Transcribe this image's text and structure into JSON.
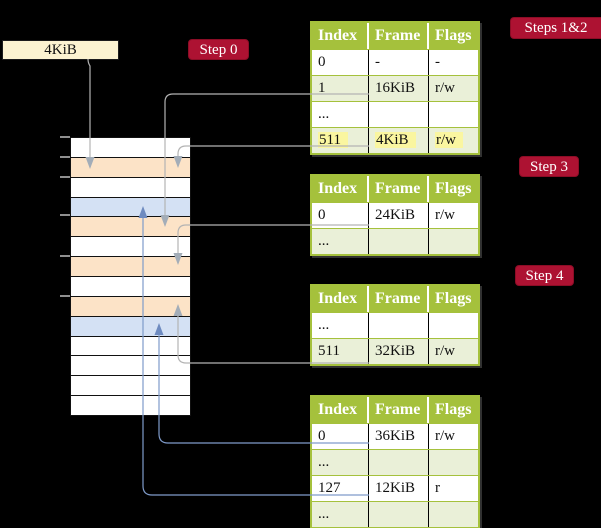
{
  "labels": {
    "page_size_box": "4KiB",
    "step0": "Step 0",
    "steps12": "Steps 1&2",
    "step3": "Step 3",
    "step4": "Step 4"
  },
  "tables": [
    {
      "step": "Steps 1&2",
      "headers": [
        "Index",
        "Frame",
        "Flags"
      ],
      "rows": [
        {
          "cells": [
            "0",
            "-",
            "-"
          ],
          "highlight": false
        },
        {
          "cells": [
            "1",
            "16KiB",
            "r/w"
          ],
          "highlight": false
        },
        {
          "cells": [
            "...",
            "",
            ""
          ],
          "highlight": false
        },
        {
          "cells": [
            "511",
            "4KiB",
            "r/w"
          ],
          "highlight": true
        }
      ]
    },
    {
      "step": "Step 3",
      "headers": [
        "Index",
        "Frame",
        "Flags"
      ],
      "rows": [
        {
          "cells": [
            "0",
            "24KiB",
            "r/w"
          ],
          "highlight": false
        },
        {
          "cells": [
            "...",
            "",
            ""
          ],
          "highlight": false
        }
      ]
    },
    {
      "step": "Step 4",
      "headers": [
        "Index",
        "Frame",
        "Flags"
      ],
      "rows": [
        {
          "cells": [
            "...",
            "",
            ""
          ],
          "highlight": false
        },
        {
          "cells": [
            "511",
            "32KiB",
            "r/w"
          ],
          "highlight": false
        }
      ]
    },
    {
      "step": "",
      "headers": [
        "Index",
        "Frame",
        "Flags"
      ],
      "rows": [
        {
          "cells": [
            "0",
            "36KiB",
            "r/w"
          ],
          "highlight": false
        },
        {
          "cells": [
            "...",
            "",
            ""
          ],
          "highlight": false
        },
        {
          "cells": [
            "127",
            "12KiB",
            "r"
          ],
          "highlight": false
        },
        {
          "cells": [
            "...",
            "",
            ""
          ],
          "highlight": false
        }
      ]
    }
  ],
  "memory": {
    "row_colors": [
      "white",
      "peach",
      "white",
      "blue",
      "peach",
      "white",
      "peach",
      "white",
      "peach",
      "blue",
      "white",
      "white",
      "white",
      "white"
    ],
    "tick_y": [
      137,
      157,
      177,
      215,
      256,
      296
    ]
  },
  "colors": {
    "table_header_green": "#a5c13c",
    "table_row_green": "#eaf0d8",
    "memory_peach": "#fce3c7",
    "memory_blue": "#d4e1f4",
    "size_box_cream": "#fcf3d1",
    "badge_crimson": "#ad1232",
    "highlight_yellow": "#faf6a0",
    "grey_connector": "#b3b3b3",
    "blue_connector": "#7f9bca"
  }
}
